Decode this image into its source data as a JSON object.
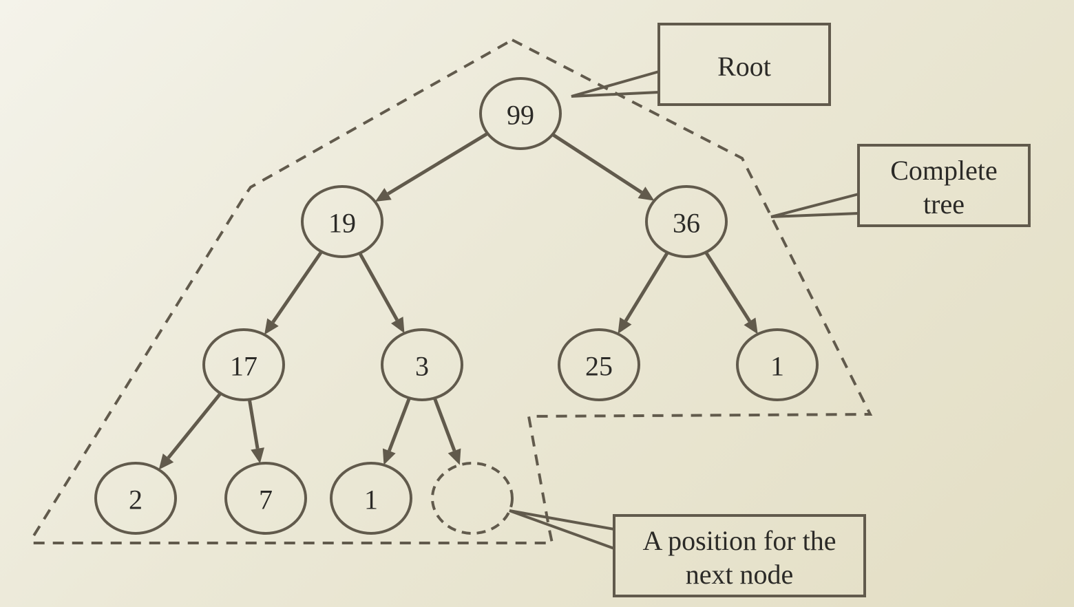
{
  "tree": {
    "nodes": [
      {
        "id": "n99",
        "label": "99"
      },
      {
        "id": "n19",
        "label": "19"
      },
      {
        "id": "n36",
        "label": "36"
      },
      {
        "id": "n17",
        "label": "17"
      },
      {
        "id": "n3",
        "label": "3"
      },
      {
        "id": "n25",
        "label": "25"
      },
      {
        "id": "n1a",
        "label": "1"
      },
      {
        "id": "n2",
        "label": "2"
      },
      {
        "id": "n7",
        "label": "7"
      },
      {
        "id": "n1b",
        "label": "1"
      },
      {
        "id": "nnext",
        "label": ""
      }
    ],
    "edges": [
      [
        "n99",
        "n19"
      ],
      [
        "n99",
        "n36"
      ],
      [
        "n19",
        "n17"
      ],
      [
        "n19",
        "n3"
      ],
      [
        "n36",
        "n25"
      ],
      [
        "n36",
        "n1a"
      ],
      [
        "n17",
        "n2"
      ],
      [
        "n17",
        "n7"
      ],
      [
        "n3",
        "n1b"
      ],
      [
        "n3",
        "nnext"
      ]
    ]
  },
  "callouts": {
    "root": {
      "lines": [
        "Root"
      ]
    },
    "complete_tree": {
      "lines": [
        "Complete",
        "tree"
      ]
    },
    "next_position": {
      "lines": [
        "A position for the",
        "next node"
      ]
    }
  },
  "colors": {
    "stroke": "#615a4c",
    "text": "#2b2a27"
  }
}
